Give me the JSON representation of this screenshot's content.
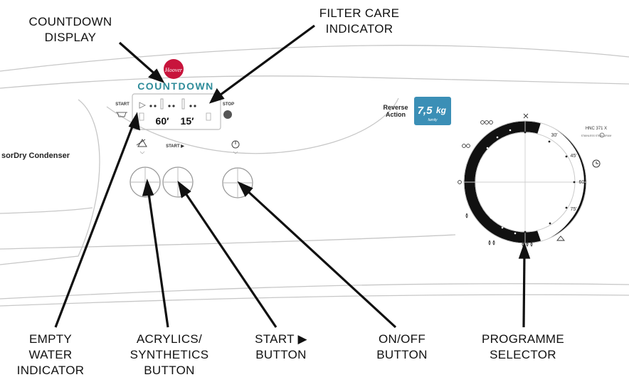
{
  "callouts": {
    "countdown_display": [
      "COUNTDOWN",
      "DISPLAY"
    ],
    "filter_care": [
      "FILTER CARE",
      "INDICATOR"
    ],
    "empty_water": [
      "EMPTY",
      "WATER",
      "INDICATOR"
    ],
    "acrylics": [
      "ACRYLICS/",
      "SYNTHETICS",
      "BUTTON"
    ],
    "start": [
      "START ▶",
      "BUTTON"
    ],
    "onoff": [
      "ON/OFF",
      "BUTTON"
    ],
    "programme": [
      "PROGRAMME",
      "SELECTOR"
    ]
  },
  "panel": {
    "brand": "Hoover",
    "countdown_logo": "COUNTDOWN",
    "start_label": "START",
    "stop_label": "STOP",
    "time_60": "60′",
    "time_15": "15′",
    "start_button_label": "START ▶",
    "model_name": "sorDry Condenser",
    "reverse_line1": "Reverse",
    "reverse_line2": "Action",
    "capacity": "7,5",
    "capacity_unit": "kg",
    "capacity_sub": "family",
    "model_code": "HNC 371 X",
    "model_sub": "STAINLESS STEEL DRUM",
    "dial_labels": {
      "t30": "30′",
      "t45": "45′",
      "t60": "60′",
      "t75": "75′"
    }
  },
  "colors": {
    "brand_red": "#c8143c",
    "teal": "#2f8c9a",
    "badge_blue": "#3b8fb6",
    "ink": "#111111",
    "outline": "#c7c7c7"
  }
}
